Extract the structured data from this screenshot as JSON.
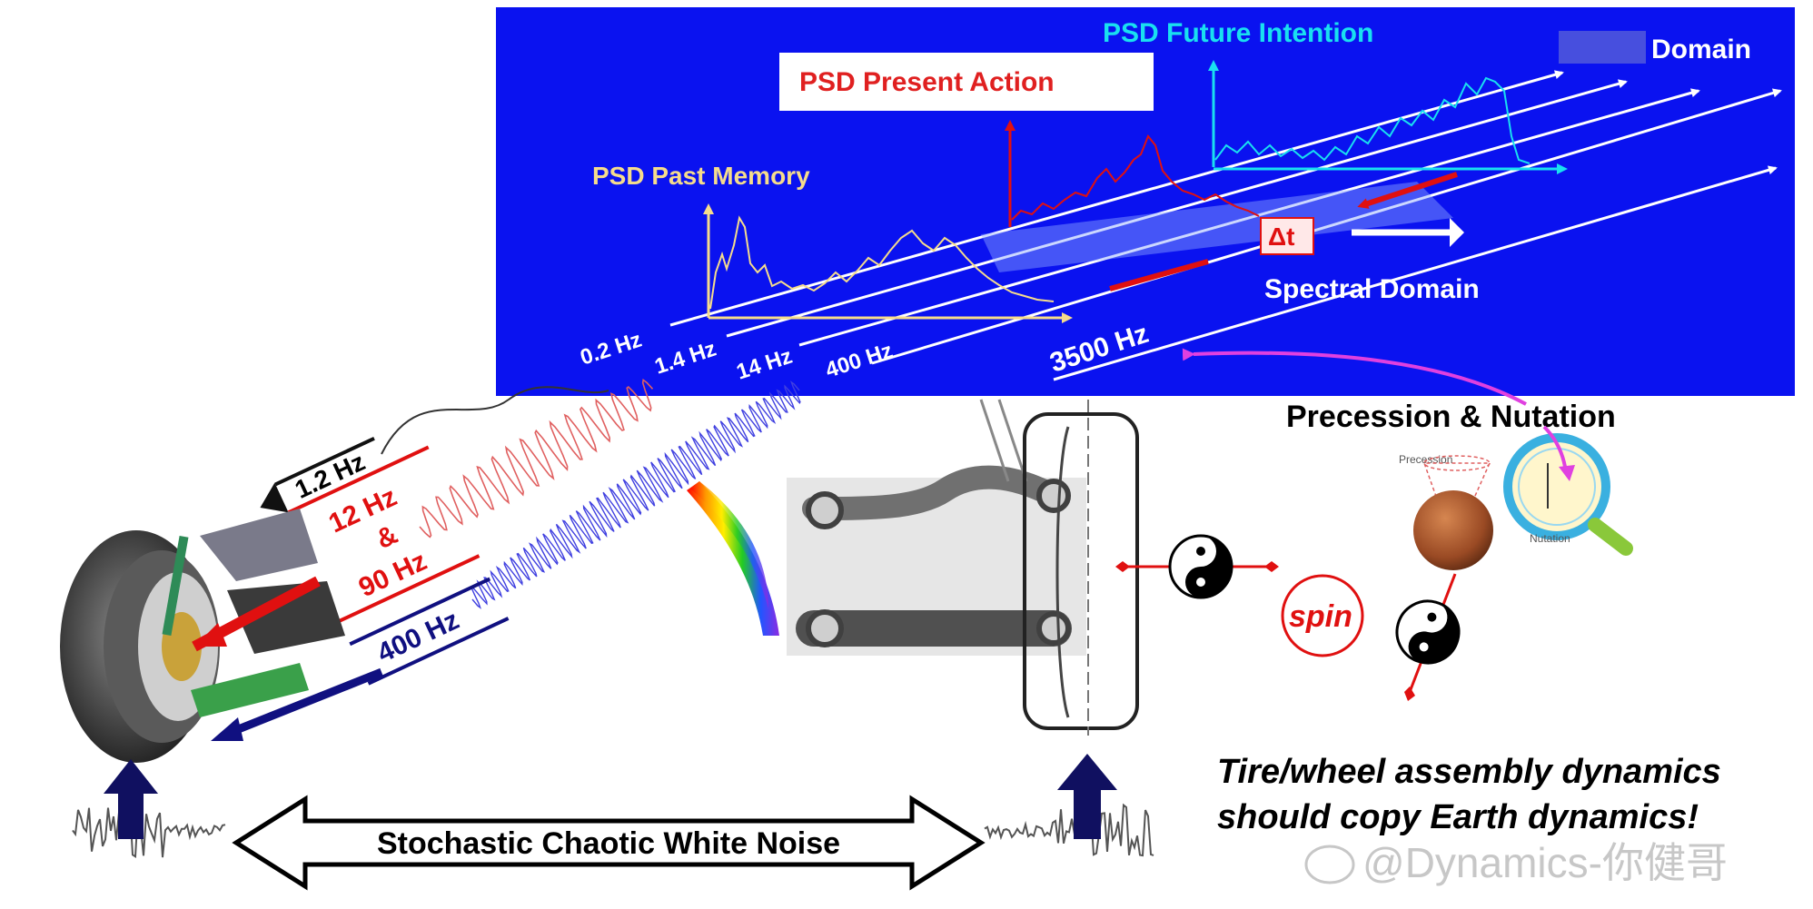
{
  "spectral_panel": {
    "psd_past_memory": "PSD Past Memory",
    "psd_present_action": "PSD Present Action",
    "psd_future_intention": "PSD Future Intention",
    "domain_label": "Domain",
    "spectral_domain": "Spectral Domain",
    "delta_t": "Δt",
    "frequencies": [
      "0.2 Hz",
      "1.4 Hz",
      "14 Hz",
      "400 Hz",
      "3500 Hz"
    ],
    "colors": {
      "panel": "#0a12f0",
      "past": "#f5dc8c",
      "present": "#e01010",
      "future": "#19e0f0",
      "axis": "#ffffff"
    }
  },
  "precession": {
    "title": "Precession & Nutation",
    "precession_caption": "Precession",
    "nutation_caption": "Nutation",
    "spin_label": "spin"
  },
  "frequency_bands": [
    {
      "label": "1.2 Hz",
      "color": "#000000"
    },
    {
      "label": "12 Hz",
      "color": "#e01010"
    },
    {
      "label": "&",
      "color": "#e01010"
    },
    {
      "label": "90 Hz",
      "color": "#e01010"
    },
    {
      "label": "400 Hz",
      "color": "#101080"
    }
  ],
  "caption": {
    "line1": "Tire/wheel assembly dynamics",
    "line2": "should copy Earth dynamics!"
  },
  "noise_banner": {
    "label": "Stochastic Chaotic White Noise"
  },
  "watermark": "@Dynamics-你健哥",
  "icons": [
    "yin-yang-icon",
    "up-arrow-icon",
    "double-arrow-icon",
    "rainbow-icon",
    "earth-icon",
    "magnifier-icon"
  ]
}
